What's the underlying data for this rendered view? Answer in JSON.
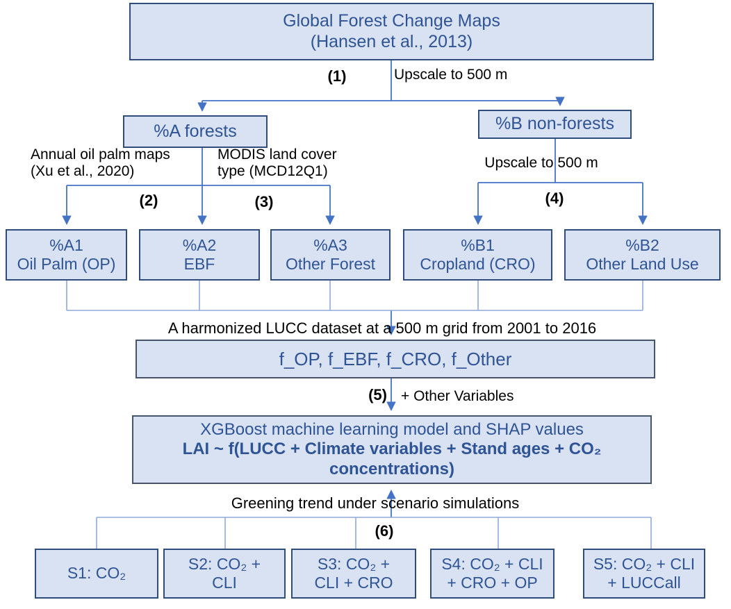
{
  "colors": {
    "box_fill": "#d9e2f3",
    "box_border": "#2e4d7b",
    "io_box_border": "#44546a",
    "node_text": "#2f5496",
    "arrow": "#4472c4",
    "connector_light": "#8faadc",
    "annotation_text": "#000000"
  },
  "nodes": {
    "source": {
      "line1": "Global Forest Change Maps",
      "line2": "(Hansen et al., 2013)"
    },
    "forests": {
      "label": "%A forests"
    },
    "nonforests": {
      "label": "%B non-forests"
    },
    "a1": {
      "line1": "%A1",
      "line2": "Oil Palm (OP)"
    },
    "a2": {
      "line1": "%A2",
      "line2": "EBF"
    },
    "a3": {
      "line1": "%A3",
      "line2": "Other Forest"
    },
    "b1": {
      "line1": "%B1",
      "line2": "Cropland (CRO)"
    },
    "b2": {
      "line1": "%B2",
      "line2": "Other Land Use"
    },
    "fractions": {
      "label": "f_OP, f_EBF, f_CRO, f_Other"
    },
    "model": {
      "line1": "XGBoost machine learning model and SHAP values",
      "line2": "LAI ~ f(LUCC + Climate variables + Stand ages + CO₂",
      "line3": "concentrations)"
    },
    "s1": {
      "label": "S1: CO₂"
    },
    "s2": {
      "line1": "S2: CO₂ +",
      "line2": "CLI"
    },
    "s3": {
      "line1": "S3: CO₂ +",
      "line2": "CLI + CRO"
    },
    "s4": {
      "line1": "S4: CO₂ + CLI",
      "line2": "+ CRO + OP"
    },
    "s5": {
      "line1": "S5: CO₂ + CLI",
      "line2": "+ LUCCall"
    }
  },
  "annotations": {
    "step1": "(1)",
    "upscale_top": "Upscale to 500 m",
    "oilpalm_line1": "Annual oil palm maps",
    "oilpalm_line2": "(Xu et al., 2020)",
    "modis_line1": "MODIS land cover",
    "modis_line2": "type (MCD12Q1)",
    "step2": "(2)",
    "step3": "(3)",
    "step4": "(4)",
    "upscale_b": "Upscale to 500 m",
    "harmonized": "A harmonized LUCC dataset at a 500 m grid from 2001 to 2016",
    "step5": "(5)",
    "other_variables": "+ Other Variables",
    "greening": "Greening trend under scenario simulations",
    "step6": "(6)"
  }
}
